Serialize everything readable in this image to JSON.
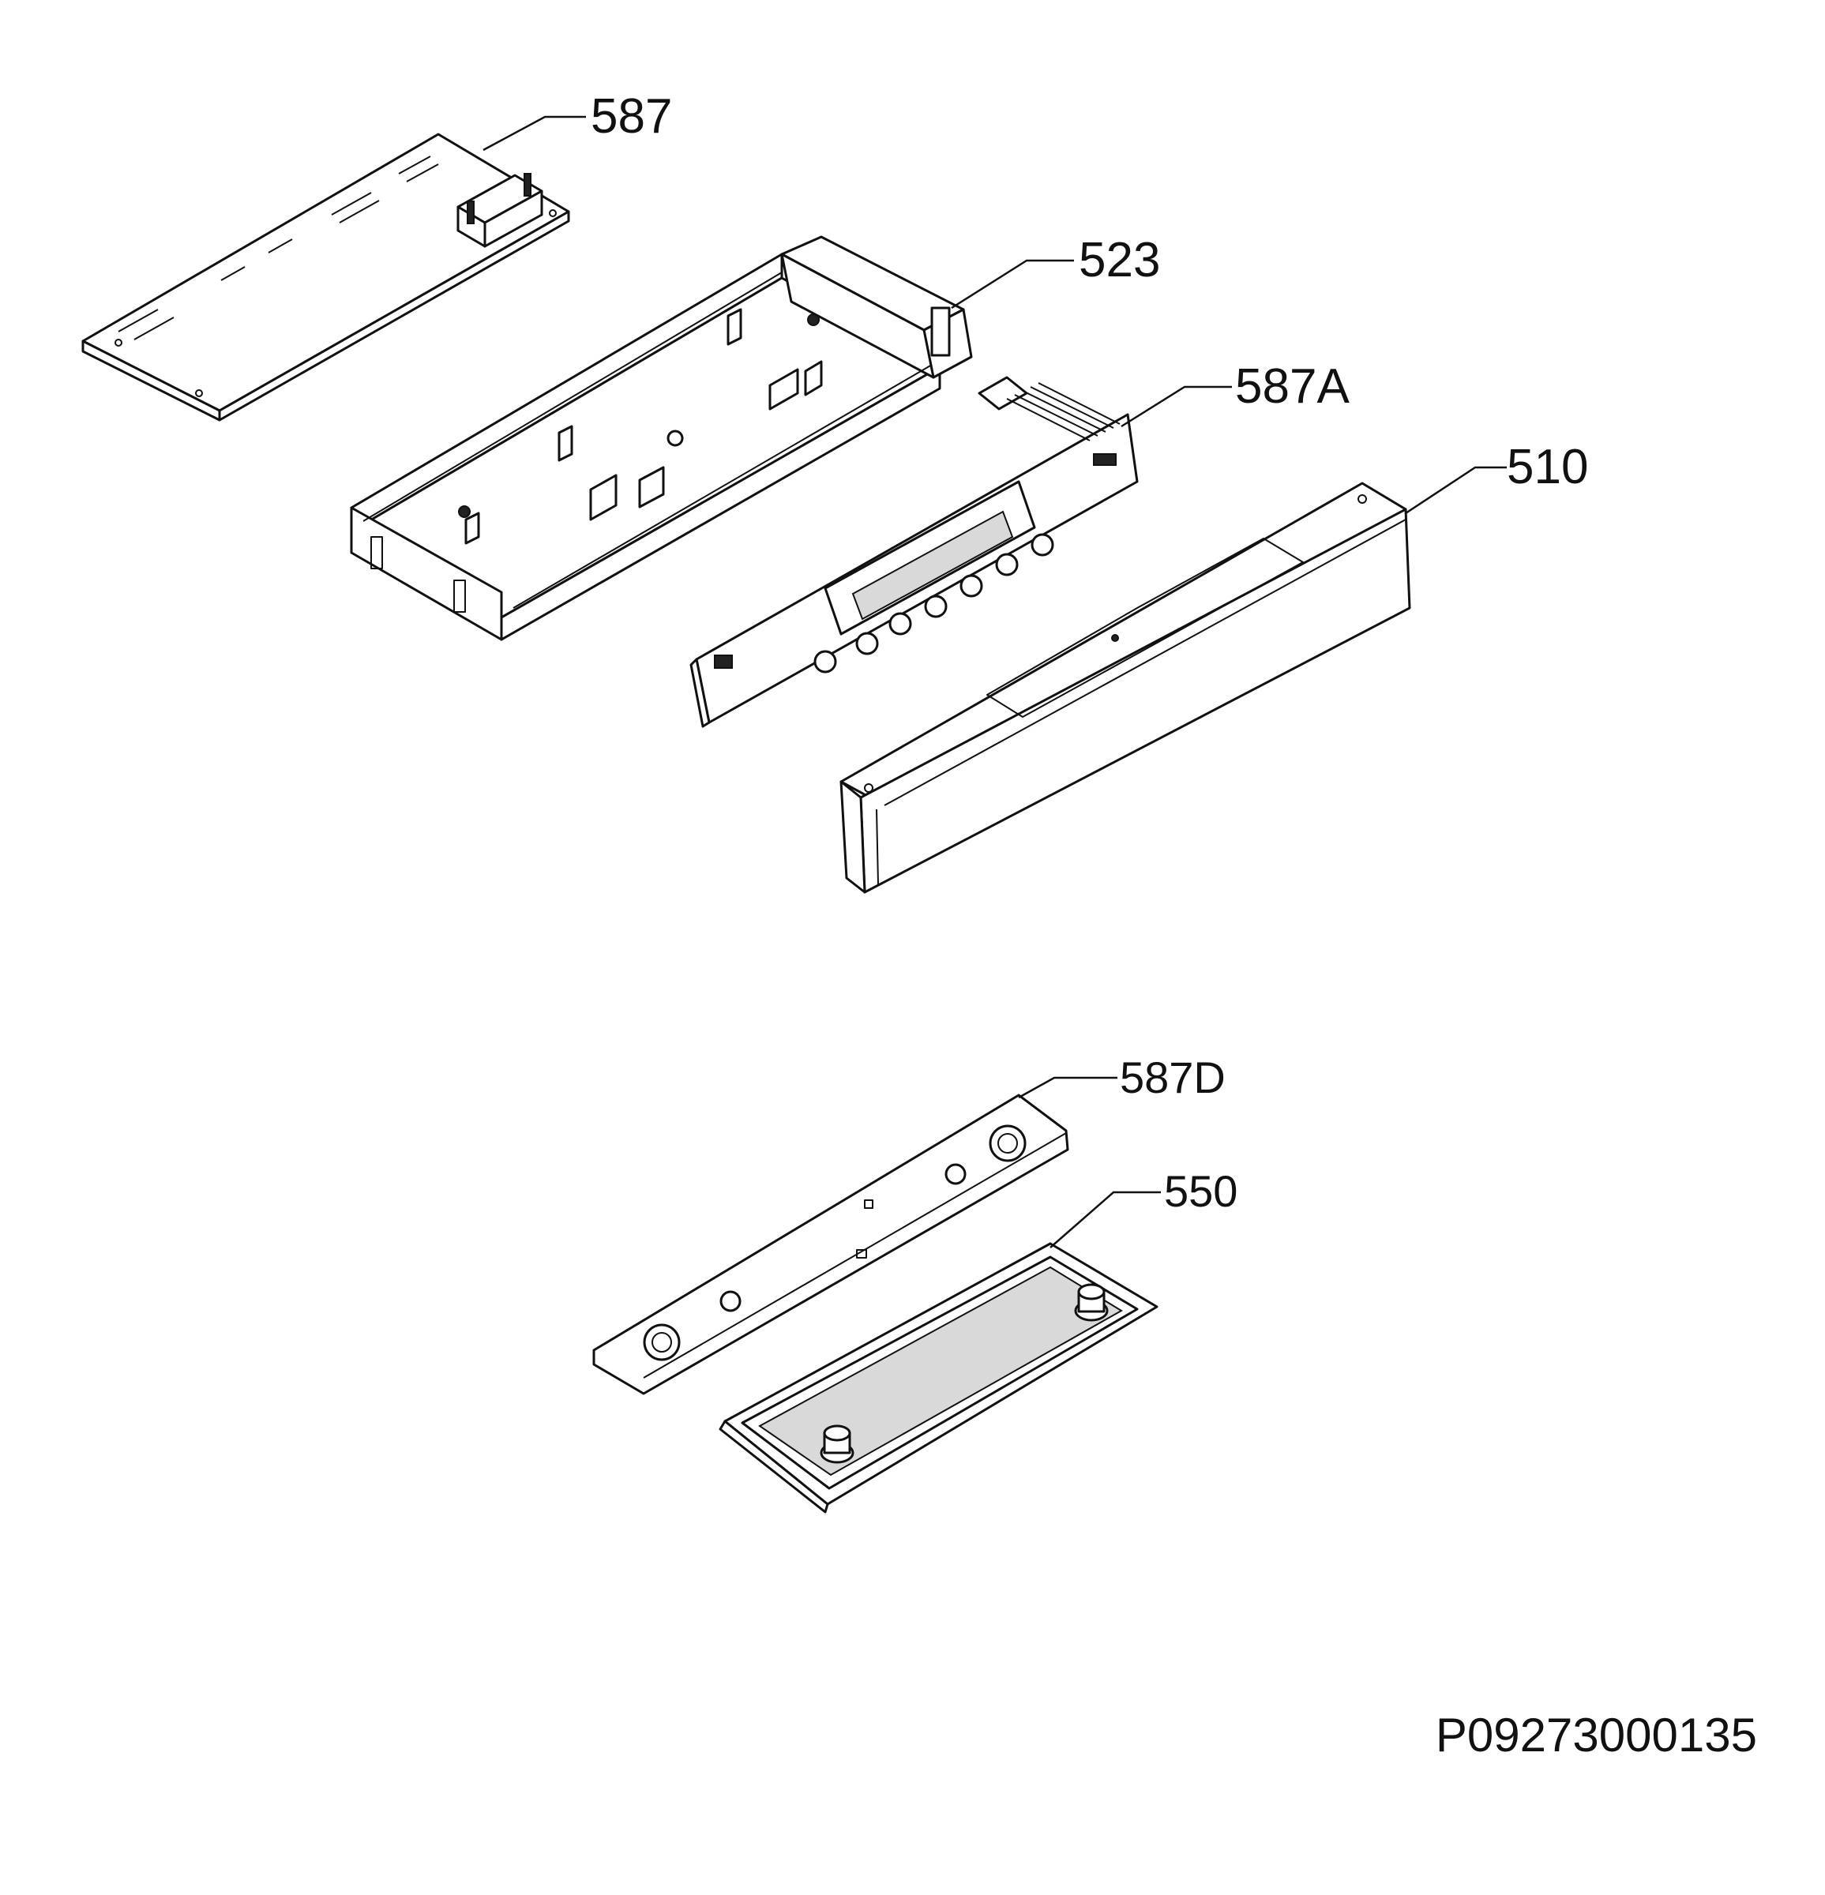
{
  "parts": [
    {
      "id": "587",
      "label": "587"
    },
    {
      "id": "523",
      "label": "523"
    },
    {
      "id": "587A",
      "label": "587A"
    },
    {
      "id": "510",
      "label": "510"
    },
    {
      "id": "587D",
      "label": "587D"
    },
    {
      "id": "550",
      "label": "550"
    }
  ],
  "drawing_code": "P09273000135",
  "colors": {
    "line": "#111111",
    "background": "#ffffff"
  }
}
